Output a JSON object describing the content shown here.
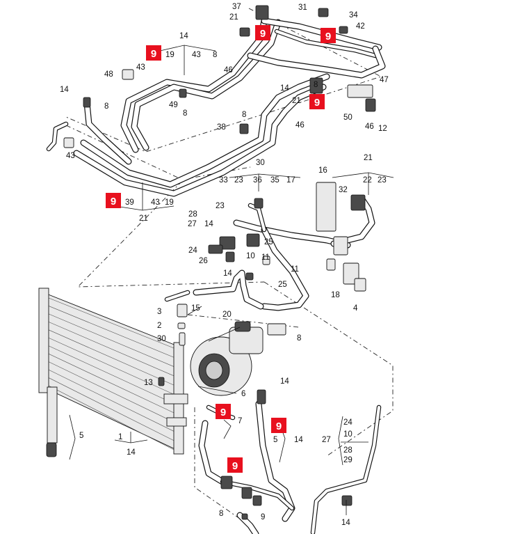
{
  "diagram": {
    "callout_badge": {
      "text": "9",
      "color": "#e8101e"
    },
    "labels": [
      "37",
      "21",
      "31",
      "34",
      "42",
      "14",
      "19",
      "43",
      "8",
      "46",
      "43",
      "48",
      "49",
      "8",
      "14",
      "8",
      "14",
      "8",
      "21",
      "46",
      "43",
      "8",
      "38",
      "47",
      "50",
      "46",
      "12",
      "30",
      "36",
      "35",
      "17",
      "16",
      "21",
      "22",
      "23",
      "32",
      "33",
      "23",
      "23",
      "28",
      "27",
      "14",
      "25",
      "24",
      "26",
      "10",
      "11",
      "11",
      "25",
      "14",
      "39",
      "21",
      "43",
      "19",
      "18",
      "4",
      "3",
      "2",
      "30",
      "15",
      "20",
      "8",
      "13",
      "14",
      "6",
      "7",
      "14",
      "5",
      "5",
      "1",
      "14",
      "24",
      "10",
      "27",
      "28",
      "29",
      "14",
      "8",
      "9"
    ]
  }
}
